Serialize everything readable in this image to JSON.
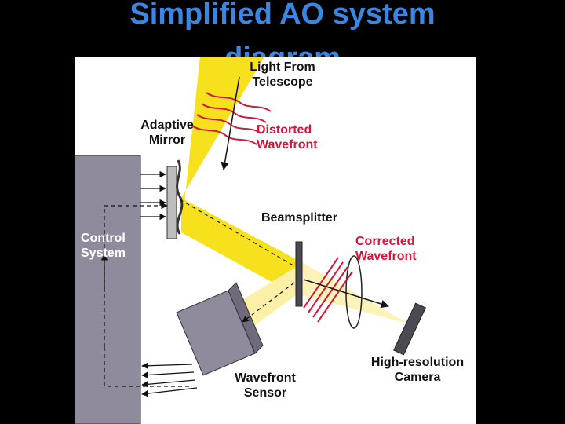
{
  "title": [
    "Simplified AO system",
    "diagram"
  ],
  "labels": {
    "light_from_telescope": [
      "Light From",
      "Telescope"
    ],
    "adaptive_mirror": [
      "Adaptive",
      "Mirror"
    ],
    "distorted_wavefront": [
      "Distorted",
      "Wavefront"
    ],
    "beamsplitter": "Beamsplitter",
    "corrected_wavefront": [
      "Corrected",
      "Wavefront"
    ],
    "control_system": [
      "Control",
      "System"
    ],
    "high_resolution_camera": [
      "High-resolution",
      "Camera"
    ],
    "wavefront_sensor": [
      "Wavefront",
      "Sensor"
    ]
  },
  "colors": {
    "title": "#3a86e0",
    "beam_main": "#f7e11d",
    "beam_light": "#fbf0a6",
    "beam_pale": "#fcf3b8",
    "control_box": "#8f8b9c",
    "wave_red": "#d3173a",
    "component_dark": "#4a4a52"
  }
}
